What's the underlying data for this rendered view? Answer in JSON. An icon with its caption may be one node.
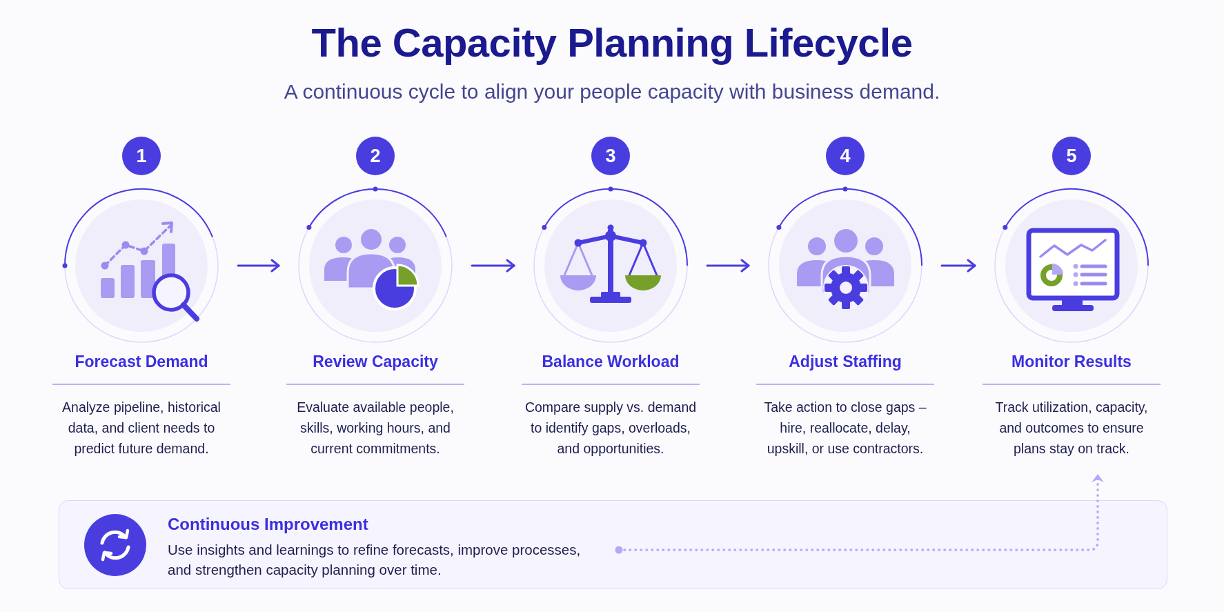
{
  "diagram": {
    "title": "The Capacity Planning Lifecycle",
    "labels": [
      "A continuous cycle to align your people capacity with business demand."
    ],
    "nodes": [
      {
        "text": [
          "1",
          "Forecast Demand",
          "Analyze pipeline, historical data, and client needs to predict future demand."
        ]
      },
      {
        "text": [
          "2",
          "Review Capacity",
          "Evaluate available people, skills, working hours, and current commitments."
        ]
      },
      {
        "text": [
          "3",
          "Balance Workload",
          "Compare supply vs. demand to identify gaps, overloads, and opportunities."
        ]
      },
      {
        "text": [
          "4",
          "Adjust Staffing",
          "Take action to close gaps – hire, reallocate, delay, upskill, or use contractors."
        ]
      },
      {
        "text": [
          "5",
          "Monitor Results",
          "Track utilization, capacity, and outcomes to ensure plans stay on track."
        ]
      },
      {
        "text": [
          "Continuous Improvement",
          "Use insights and learnings to refine forecasts, improve processes, and strengthen capacity planning over time."
        ]
      }
    ],
    "edges": [
      {
        "from": 0,
        "to": 1,
        "arrow": "to"
      },
      {
        "from": 1,
        "to": 2,
        "arrow": "to"
      },
      {
        "from": 2,
        "to": 3,
        "arrow": "to"
      },
      {
        "from": 3,
        "to": 4,
        "arrow": "to"
      },
      {
        "from": 5,
        "to": 4,
        "arrow": "to",
        "style": "dashed",
        "color": "#b6a8f6"
      }
    ]
  }
}
